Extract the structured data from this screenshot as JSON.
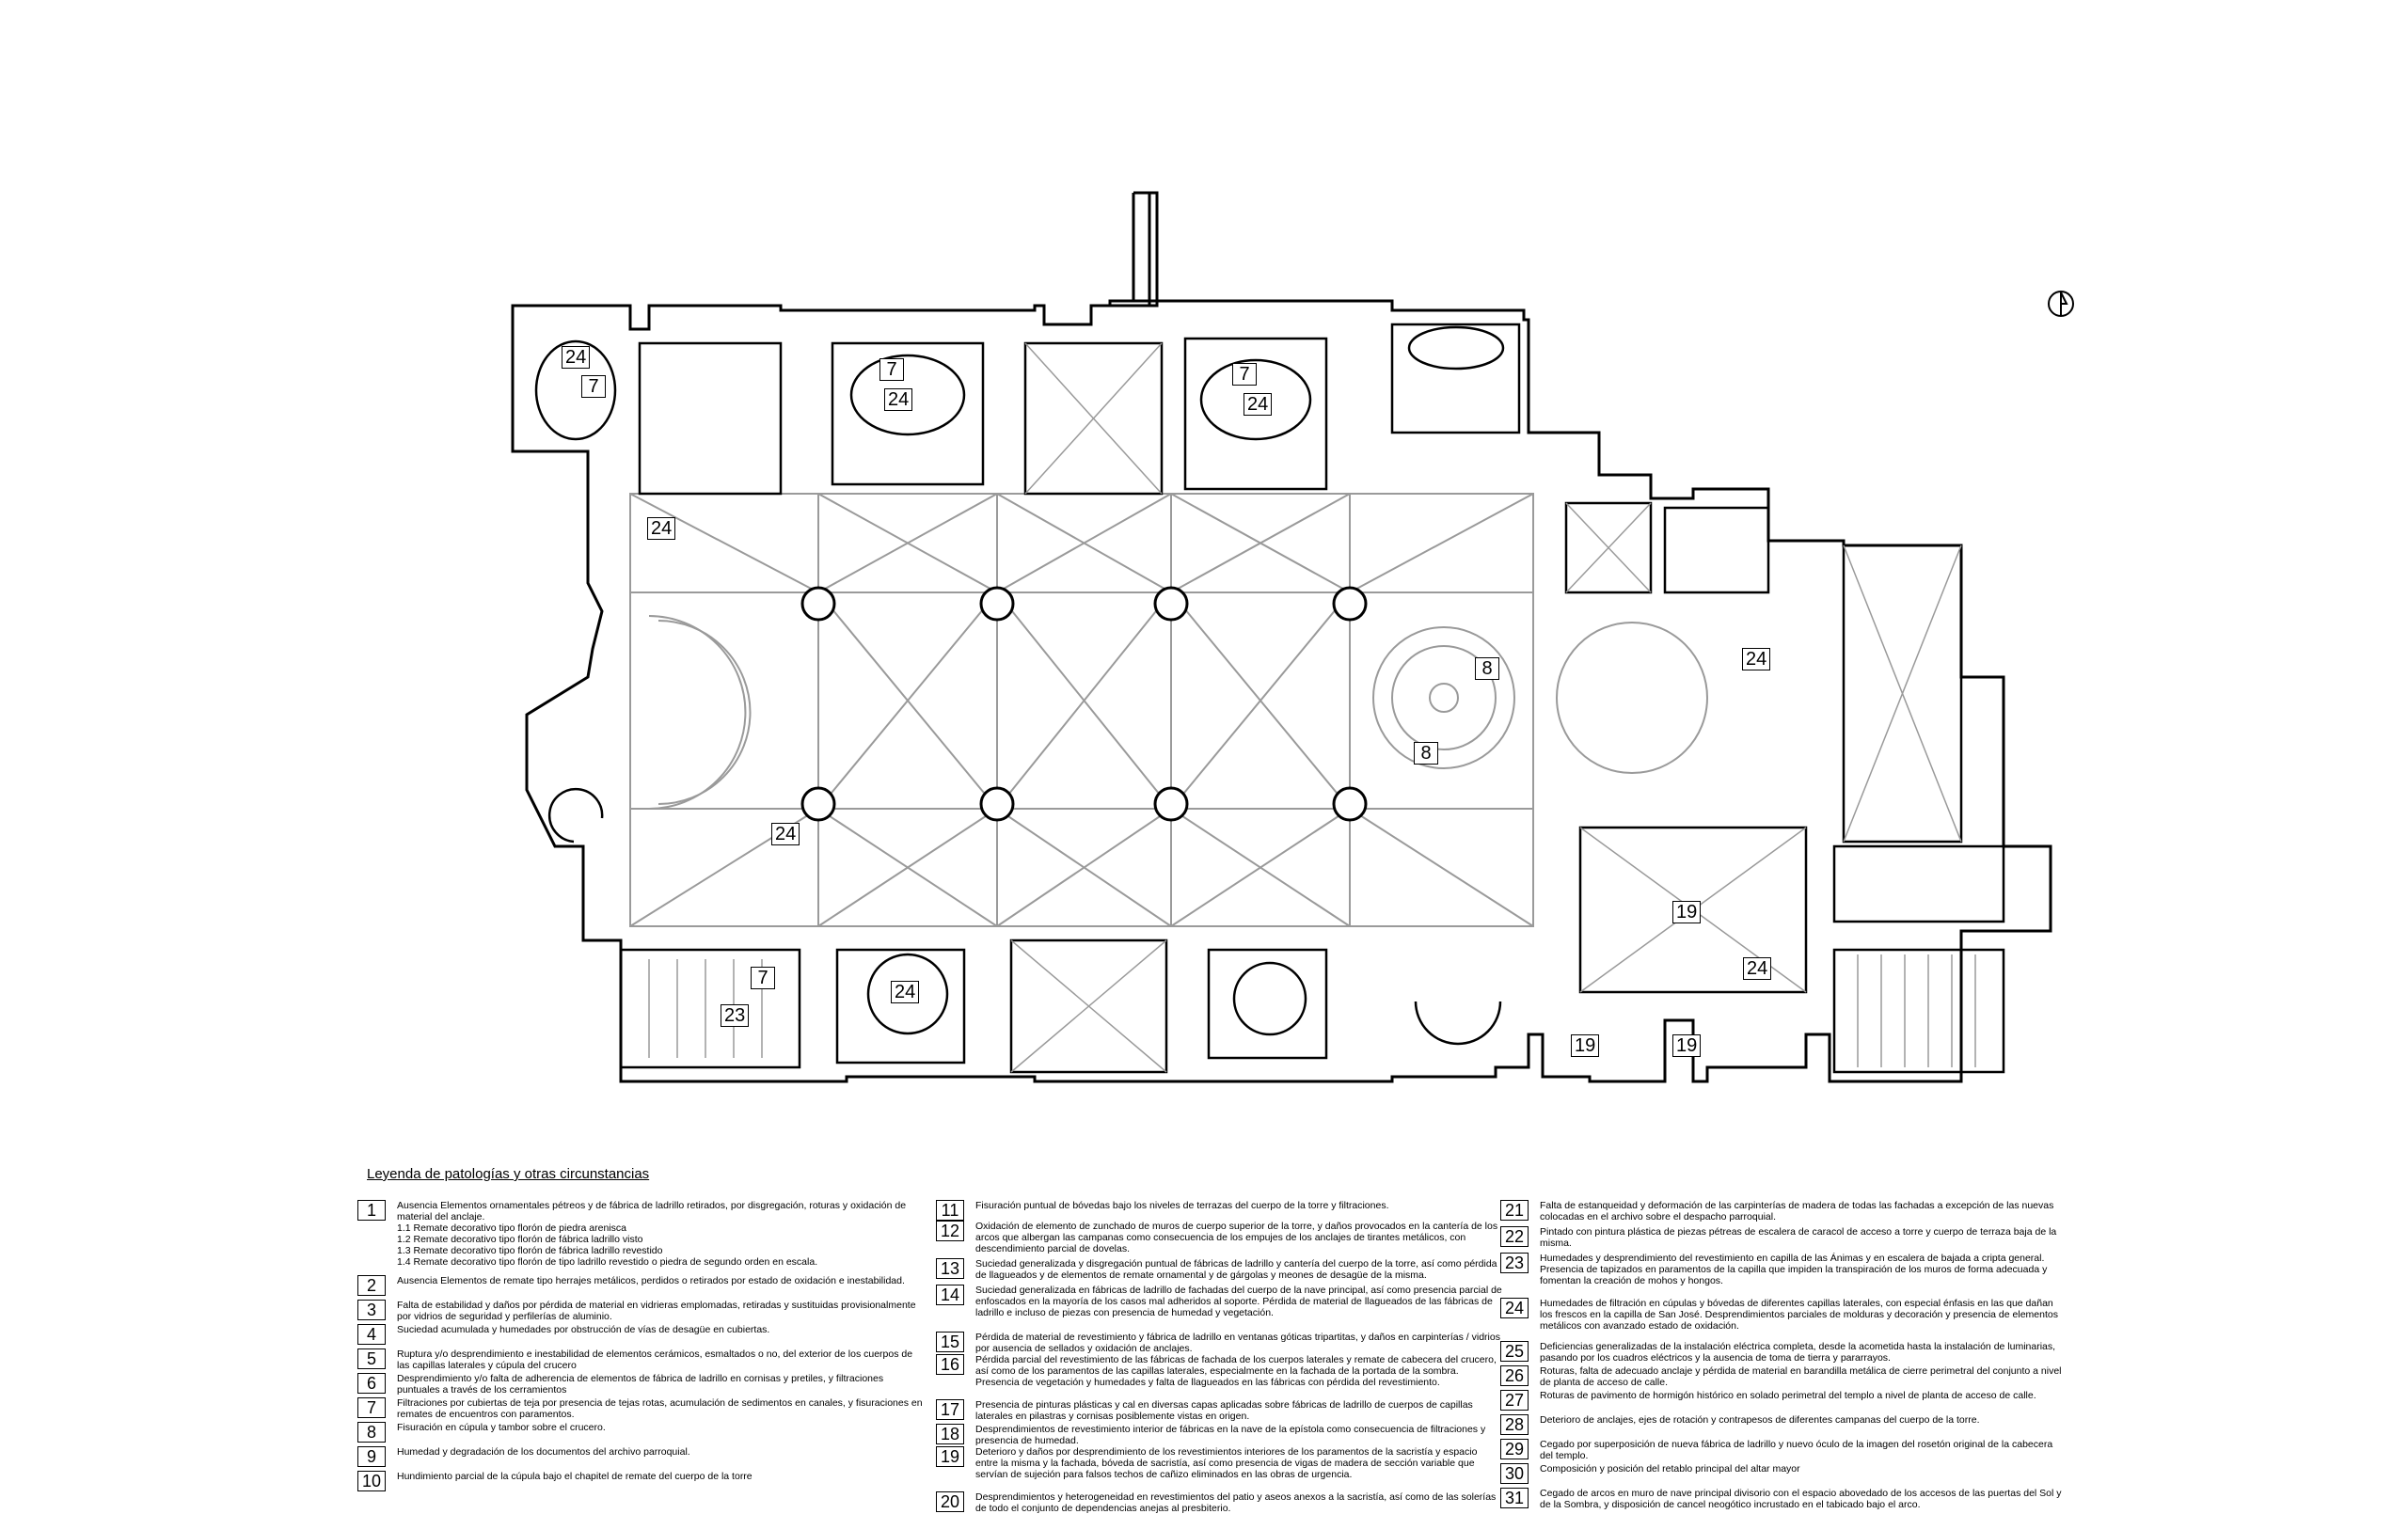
{
  "plan": {
    "tags": [
      "24",
      "7",
      "7",
      "24",
      "7",
      "24",
      "24",
      "8",
      "8",
      "24",
      "24",
      "19",
      "24",
      "7",
      "23",
      "24",
      "19",
      "19"
    ]
  },
  "legend": {
    "title": "Leyenda de patologías y otras circunstancias",
    "items": [
      {
        "num": "1",
        "text": "Ausencia Elementos ornamentales pétreos y de fábrica de ladrillo retirados, por disgregación, roturas y oxidación de material del anclaje.\n1.1 Remate decorativo tipo florón de piedra arenisca\n1.2 Remate decorativo tipo florón de fábrica ladrillo visto\n1.3 Remate decorativo tipo florón de fábrica ladrillo revestido\n1.4 Remate decorativo tipo florón de tipo ladrillo revestido o piedra de segundo orden en escala."
      },
      {
        "num": "2",
        "text": "Ausencia Elementos de remate tipo herrajes metálicos, perdidos o retirados por estado de oxidación e inestabilidad."
      },
      {
        "num": "3",
        "text": "Falta de estabilidad y daños por pérdida de material en vidrieras emplomadas, retiradas y sustituidas provisionalmente por vidrios de seguridad y perfilerías de aluminio."
      },
      {
        "num": "4",
        "text": "Suciedad acumulada y humedades por obstrucción de vías de desagüe en cubiertas."
      },
      {
        "num": "5",
        "text": "Ruptura y/o desprendimiento e inestabilidad de elementos cerámicos, esmaltados o no, del exterior de los cuerpos de las capillas laterales y cúpula del crucero"
      },
      {
        "num": "6",
        "text": "Desprendimiento y/o falta de adherencia de elementos de fábrica de ladrillo en cornisas y pretiles, y filtraciones puntuales a través de los cerramientos"
      },
      {
        "num": "7",
        "text": "Filtraciones por cubiertas de teja por presencia de tejas rotas, acumulación de sedimentos en canales, y fisuraciones en remates de encuentros con paramentos."
      },
      {
        "num": "8",
        "text": "Fisuración en cúpula y tambor sobre el crucero."
      },
      {
        "num": "9",
        "text": "Humedad y degradación de los documentos del archivo parroquial."
      },
      {
        "num": "10",
        "text": "Hundimiento parcial de la cúpula bajo el chapitel de remate del cuerpo de la torre"
      },
      {
        "num": "11",
        "text": "Fisuración puntual de bóvedas bajo los niveles de terrazas del cuerpo de la torre y filtraciones."
      },
      {
        "num": "12",
        "text": "Oxidación de elemento de zunchado de muros de cuerpo superior de la torre, y daños provocados en la cantería de los arcos que albergan las campanas como consecuencia de los empujes de los anclajes de tirantes metálicos, con descendimiento parcial de dovelas."
      },
      {
        "num": "13",
        "text": "Suciedad generalizada y disgregación puntual de fábricas de ladrillo y cantería del cuerpo de la torre, así como pérdida de llagueados y de elementos de remate ornamental y de gárgolas y meones de desagüe de la misma."
      },
      {
        "num": "14",
        "text": "Suciedad generalizada en fábricas de ladrillo de fachadas del cuerpo de la nave principal, así como presencia parcial de enfoscados en la mayoría de los casos mal adheridos al soporte. Pérdida de material de llagueados de las fábricas de ladrillo e incluso de piezas con presencia de humedad y vegetación."
      },
      {
        "num": "15",
        "text": "Pérdida de material de revestimiento y fábrica de ladrillo en ventanas góticas tripartitas, y daños en carpinterías / vidrios por ausencia de sellados y oxidación de anclajes."
      },
      {
        "num": "16",
        "text": "Pérdida parcial del revestimiento de las fábricas de fachada de los cuerpos laterales y remate de cabecera del crucero, así como de los paramentos de las capillas laterales, especialmente en la fachada de la portada de la sombra. Presencia de vegetación y humedades y falta de llagueados en las fábricas con pérdida del revestimiento."
      },
      {
        "num": "17",
        "text": "Presencia de pinturas plásticas y cal en diversas capas aplicadas sobre fábricas de ladrillo de cuerpos de capillas laterales en pilastras y cornisas posiblemente vistas en origen."
      },
      {
        "num": "18",
        "text": "Desprendimientos de revestimiento interior de fábricas en la nave de la epístola como consecuencia de filtraciones y presencia de humedad."
      },
      {
        "num": "19",
        "text": "Deterioro y daños por desprendimiento de los revestimientos interiores de los paramentos de la sacristía y espacio entre la misma y la fachada, bóveda de sacristía, así como presencia de vigas de madera de sección variable que servían de sujeción para falsos techos de cañizo eliminados en las obras de urgencia."
      },
      {
        "num": "20",
        "text": "Desprendimientos y heterogeneidad en revestimientos del patio y aseos anexos a la sacristía, así como de las solerías de todo el conjunto de dependencias anejas al presbiterio."
      },
      {
        "num": "21",
        "text": "Falta de estanqueidad y deformación de las carpinterías de madera de todas las fachadas a excepción de las nuevas colocadas en el archivo sobre el despacho parroquial."
      },
      {
        "num": "22",
        "text": "Pintado con pintura plástica de piezas pétreas de escalera de caracol de acceso a torre y cuerpo de terraza baja de la misma."
      },
      {
        "num": "23",
        "text": "Humedades y desprendimiento del revestimiento en capilla de las Ánimas y en escalera de bajada a cripta general. Presencia de tapizados en paramentos de la capilla que impiden la transpiración de los muros de forma adecuada y fomentan la creación de mohos y hongos."
      },
      {
        "num": "24",
        "text": "Humedades de filtración en cúpulas y bóvedas de diferentes capillas laterales, con especial énfasis en las que dañan los frescos en la capilla de San José. Desprendimientos parciales de molduras y decoración y presencia de elementos metálicos con avanzado estado de oxidación."
      },
      {
        "num": "25",
        "text": "Deficiencias generalizadas de la instalación eléctrica completa, desde la acometida hasta la instalación de luminarias, pasando por los cuadros eléctricos y la ausencia de toma de tierra y pararrayos."
      },
      {
        "num": "26",
        "text": "Roturas, falta de adecuado anclaje y pérdida de material en barandilla metálica de cierre perimetral del conjunto a nivel de planta de acceso de calle."
      },
      {
        "num": "27",
        "text": "Roturas de pavimento de hormigón histórico en solado perimetral del templo a nivel de planta de acceso de calle."
      },
      {
        "num": "28",
        "text": "Deterioro de anclajes, ejes de rotación y contrapesos de diferentes campanas del cuerpo de la torre."
      },
      {
        "num": "29",
        "text": "Cegado por superposición de nueva fábrica de ladrillo y nuevo óculo de la imagen del rosetón original de la cabecera del templo."
      },
      {
        "num": "30",
        "text": "Composición y posición del retablo principal del altar mayor"
      },
      {
        "num": "31",
        "text": "Cegado de arcos en muro de nave principal divisorio con el espacio abovedado de los accesos de las puertas del Sol y de la Sombra, y disposición de cancel neogótico incrustado en el tabicado bajo el arco."
      }
    ]
  }
}
